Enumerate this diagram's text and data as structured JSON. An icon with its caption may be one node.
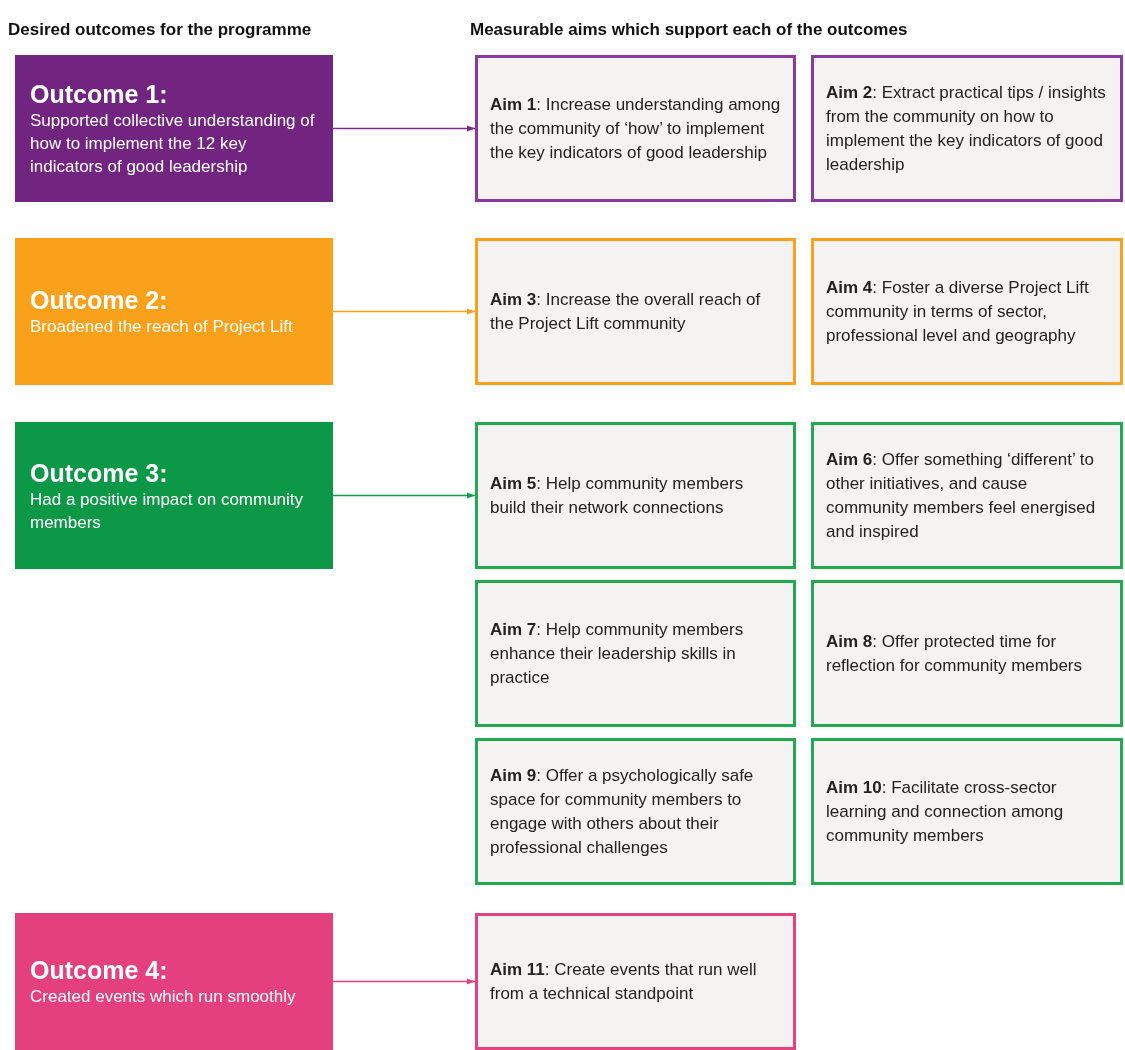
{
  "diagram": {
    "nodes": [
      {
        "text": [
          "Outcome 1:",
          "Supported collective understanding of how to implement the 12 key indicators of good leadership"
        ]
      },
      {
        "text": [
          "**Aim 1**: Increase understanding among the community of ‘how’ to implement the key indicators of good leadership"
        ]
      },
      {
        "text": [
          "**Aim 2**: Extract practical tips / insights from the community on how to implement the key indicators of good leadership"
        ]
      },
      {
        "text": [
          "Outcome 2:",
          "Broadened the reach of Project Lift"
        ]
      },
      {
        "text": [
          "**Aim 3**: Increase the overall reach of the Project Lift community"
        ]
      },
      {
        "text": [
          "**Aim 4**: Foster a diverse Project Lift community in terms of sector, professional level and geography"
        ]
      },
      {
        "text": [
          "Outcome 3:",
          "Had a positive impact on community members"
        ]
      },
      {
        "text": [
          "**Aim 5**: Help community members build their network connections"
        ]
      },
      {
        "text": [
          "**Aim 6**: Offer something ‘different’ to other initiatives, and cause community members feel energised and inspired"
        ]
      },
      {
        "text": [
          "**Aim 7**: Help community members enhance their leadership skills in practice"
        ]
      },
      {
        "text": [
          "**Aim 8**: Offer protected time for reflection for community members"
        ]
      },
      {
        "text": [
          "**Aim 9**: Offer a psychologically safe space for community members to engage with others about their professional challenges"
        ]
      },
      {
        "text": [
          "**Aim 10**: Facilitate cross-sector learning and connection among community members"
        ]
      },
      {
        "text": [
          "Outcome 4:",
          "Created events which run smoothly"
        ]
      },
      {
        "text": [
          "**Aim 11**: Create events that run well from a technical standpoint"
        ]
      }
    ],
    "edges": [
      {
        "from": 0,
        "to": 1,
        "arrow": "to",
        "color": "#7b2c8c"
      },
      {
        "from": 3,
        "to": 4,
        "arrow": "to",
        "color": "#f9a11b"
      },
      {
        "from": 6,
        "to": 7,
        "arrow": "to",
        "color": "#0f9d48"
      },
      {
        "from": 13,
        "to": 14,
        "arrow": "to",
        "color": "#e6427f"
      }
    ],
    "labels": [
      "Desired outcomes for the programme",
      "Measurable aims which support each of the outcomes"
    ]
  }
}
